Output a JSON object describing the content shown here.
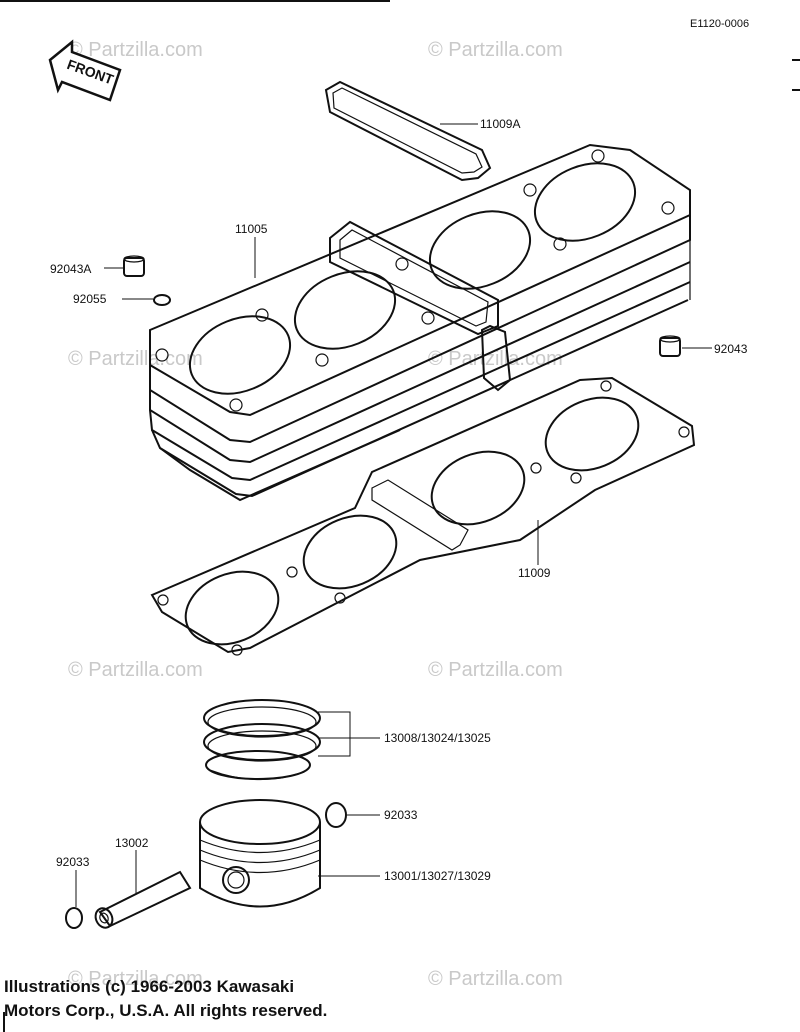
{
  "diagram_code": "E1120-0006",
  "front_label": "FRONT",
  "watermark": "© Partzilla.com",
  "parts": {
    "p11009A": "11009A",
    "p11005": "11005",
    "p92043A": "92043A",
    "p92055": "92055",
    "p92043": "92043",
    "p11009": "11009",
    "p13008": "13008/13024/13025",
    "p92033_right": "92033",
    "p13002": "13002",
    "p92033_left": "92033",
    "p13001": "13001/13027/13029"
  },
  "copyright": {
    "line1": "Illustrations (c) 1966-2003 Kawasaki",
    "line2": "Motors Corp., U.S.A. All rights reserved."
  }
}
